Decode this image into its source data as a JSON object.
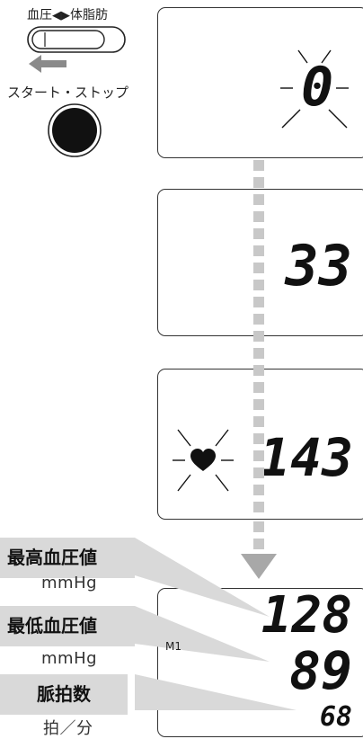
{
  "switch": {
    "label_left": "血圧",
    "arrows": "◀▶",
    "label_right": "体脂肪"
  },
  "start_stop": {
    "label": "スタート・ストップ"
  },
  "steps": [
    {
      "value": "0"
    },
    {
      "value": "33"
    },
    {
      "value": "143"
    }
  ],
  "result": {
    "memory_label": "M1",
    "systolic": "128",
    "diastolic": "89",
    "pulse": "68"
  },
  "legend": {
    "systolic_label": "最高血圧値",
    "systolic_unit": "mmHg",
    "diastolic_label": "最低血圧値",
    "diastolic_unit": "mmHg",
    "pulse_label": "脈拍数",
    "pulse_unit": "拍／分"
  },
  "colors": {
    "label_bg": "#d9d9d9",
    "arrow": "#a8a8a8",
    "border": "#333333"
  }
}
